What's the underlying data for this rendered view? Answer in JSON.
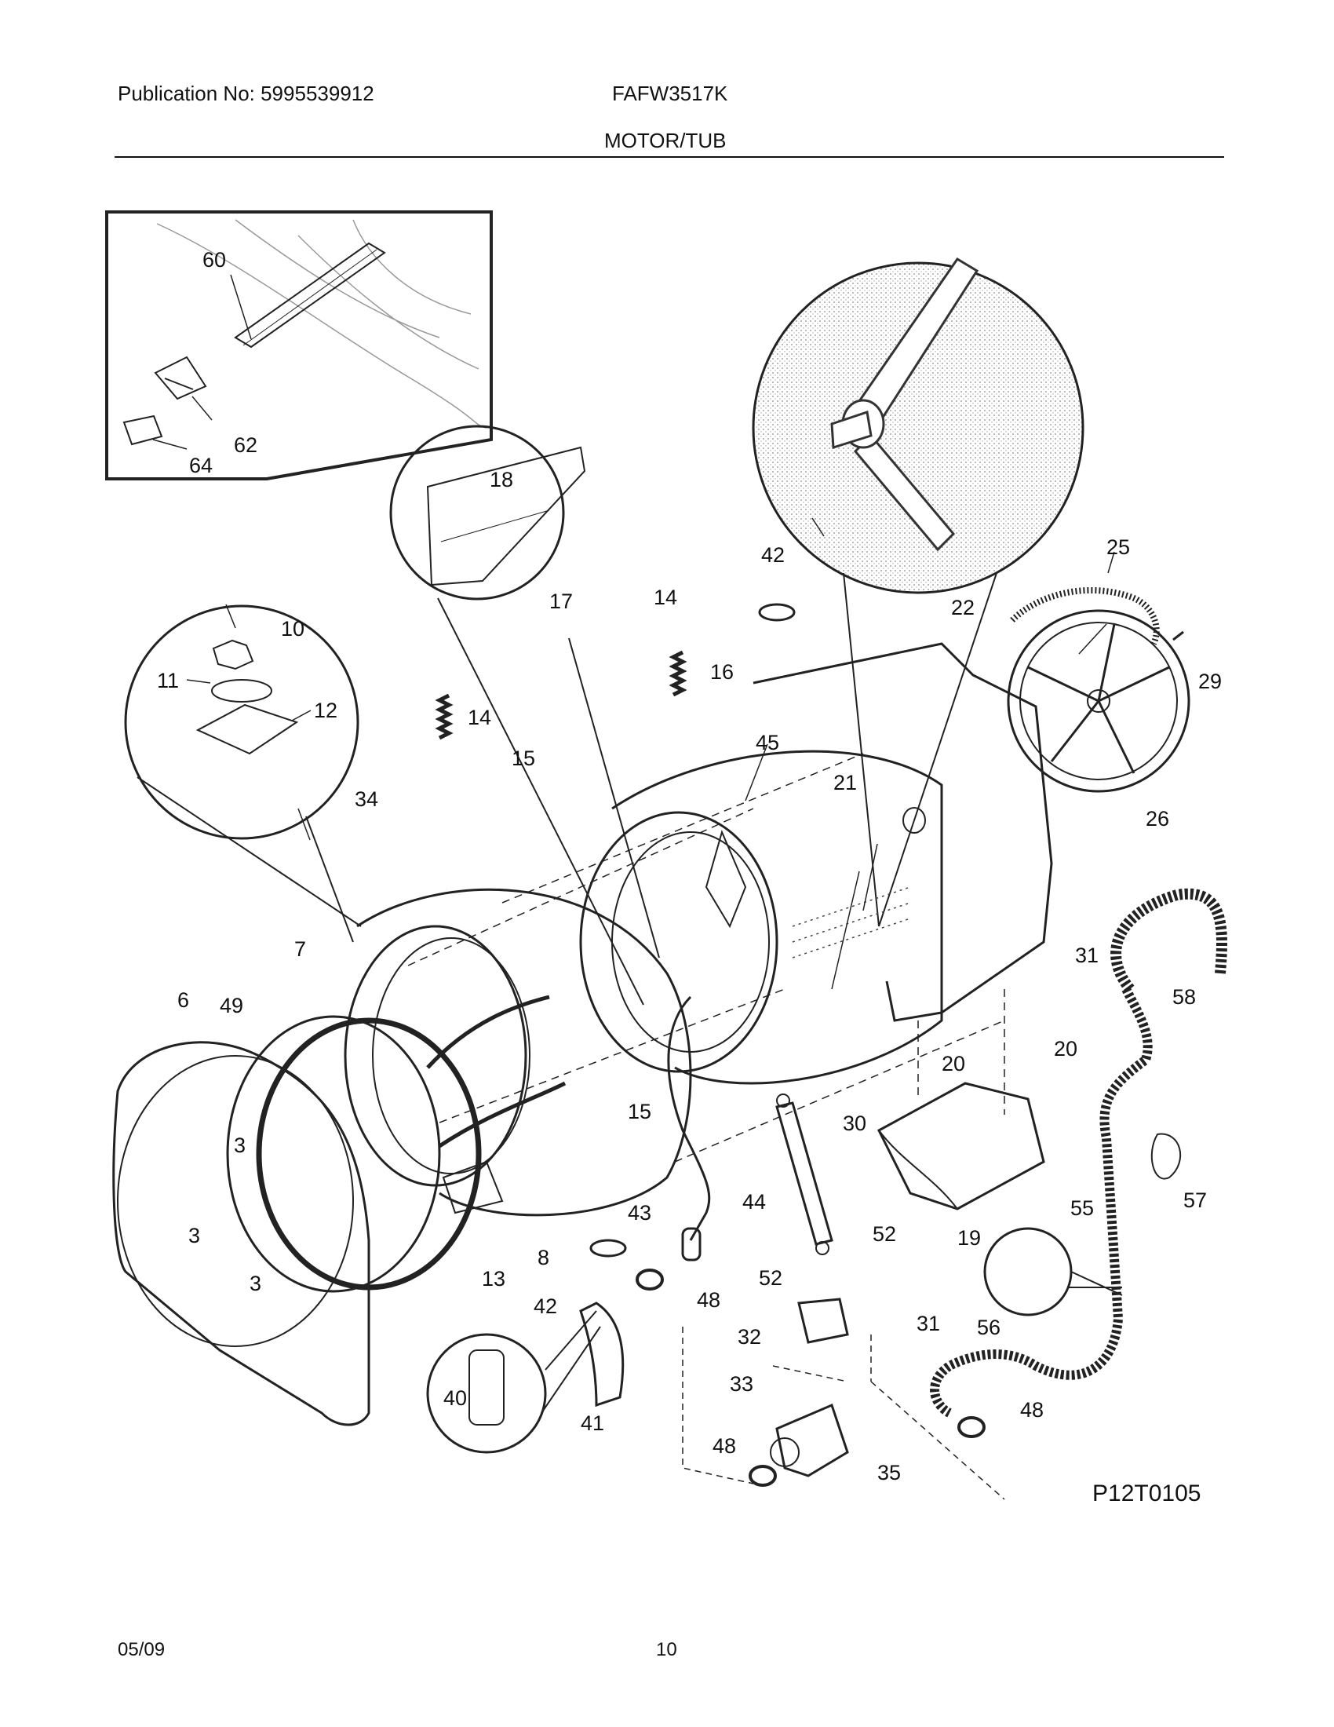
{
  "header": {
    "publication": "Publication No: 5995539912",
    "model": "FAFW3517K",
    "section_title": "MOTOR/TUB"
  },
  "diagram": {
    "code": "P12T0105",
    "part_labels": {
      "p60": "60",
      "p62": "62",
      "p64": "64",
      "p18": "18",
      "p17": "17",
      "p10": "10",
      "p11": "11",
      "p12": "12",
      "p42a": "42",
      "p42b": "42",
      "p14a": "14",
      "p14b": "14",
      "p16": "16",
      "p22": "22",
      "p25": "25",
      "p29": "29",
      "p26": "26",
      "p45": "45",
      "p21": "21",
      "p15a": "15",
      "p15b": "15",
      "p34": "34",
      "p7": "7",
      "p6": "6",
      "p49": "49",
      "p3a": "3",
      "p3b": "3",
      "p3c": "3",
      "p31a": "31",
      "p31b": "31",
      "p58": "58",
      "p20a": "20",
      "p20b": "20",
      "p30": "30",
      "p19": "19",
      "p57": "57",
      "p55": "55",
      "p44": "44",
      "p43": "43",
      "p13": "13",
      "p8": "8",
      "p48a": "48",
      "p48b": "48",
      "p48c": "48",
      "p52a": "52",
      "p52b": "52",
      "p32": "32",
      "p56": "56",
      "p40": "40",
      "p41": "41",
      "p33": "33",
      "p35": "35"
    }
  },
  "footer": {
    "date": "05/09",
    "page": "10"
  }
}
